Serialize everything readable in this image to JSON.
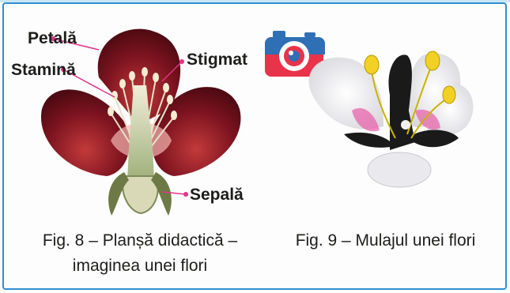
{
  "figure8": {
    "labels": {
      "petal": "Petală",
      "stamen": "Stamină",
      "stigma": "Stigmat",
      "sepal": "Sepală"
    },
    "caption_line1": "Fig. 8 – Planșă didactică –",
    "caption_line2": "imaginea unei flori"
  },
  "figure9": {
    "caption": "Fig. 9 – Mulajul unei flori",
    "icon": "camera-icon"
  },
  "colors": {
    "frame": "#2f8fd0",
    "petal": "#8b1a24",
    "leader": "#e0338a",
    "camera_top": "#2f6fb6",
    "camera_bottom": "#e8334a"
  }
}
